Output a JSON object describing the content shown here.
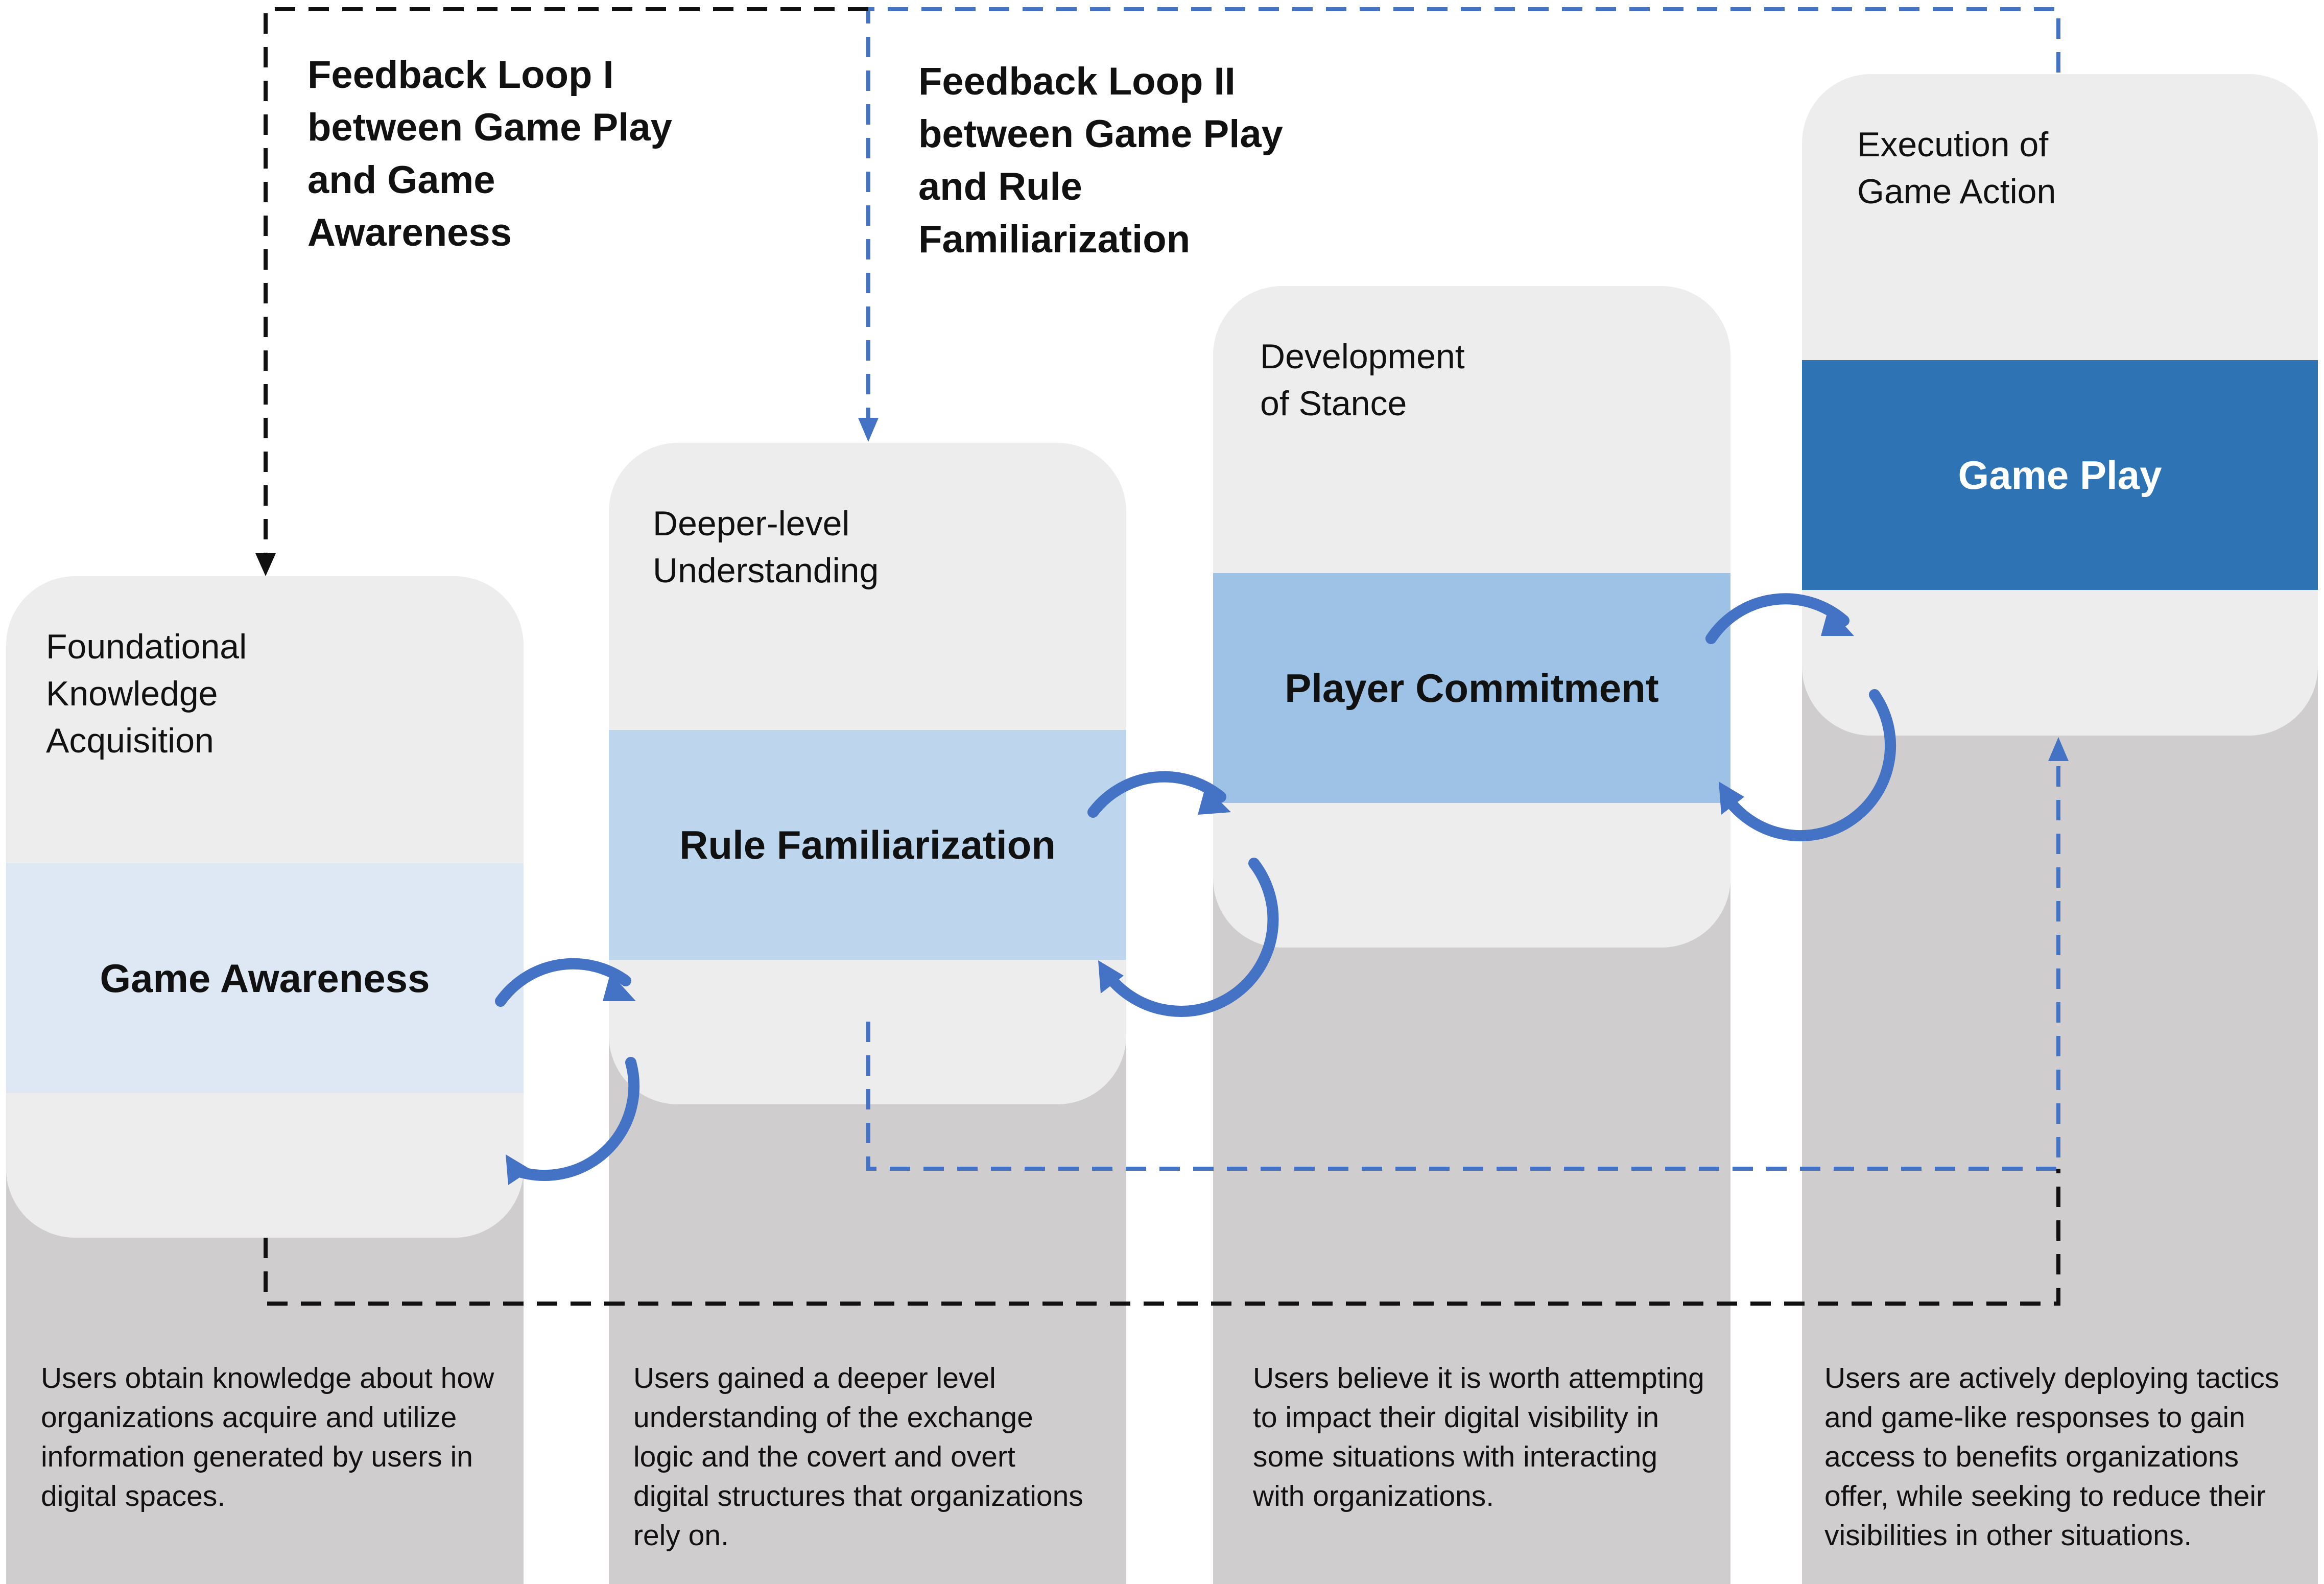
{
  "loops": [
    {
      "label": "Feedback Loop I\nbetween Game Play\nand Game\nAwareness",
      "color": "#111111"
    },
    {
      "label": "Feedback Loop II\nbetween Game Play\nand Rule\nFamiliarization",
      "color": "#4472c4"
    }
  ],
  "stages": [
    {
      "title": "Foundational\nKnowledge\nAcquisition",
      "band": "Game Awareness",
      "band_color": "#dde8f4",
      "description": "Users obtain knowledge about how organizations acquire and utilize information generated by users in digital spaces."
    },
    {
      "title": "Deeper-level\nUnderstanding",
      "band": "Rule Familiarization",
      "band_color": "#bdd6ee",
      "description": "Users gained a deeper level understanding of the exchange logic and the covert and overt digital structures that organizations rely on."
    },
    {
      "title": "Development\nof Stance",
      "band": "Player Commitment",
      "band_color": "#9dc2e6",
      "description": "Users believe it is worth attempting to impact their digital visibility in some situations with interacting with organizations."
    },
    {
      "title": "Execution of\nGame Action",
      "band": "Game Play",
      "band_color": "#2e74b5",
      "band_text_color": "#ffffff",
      "description": "Users are actively deploying tactics and game-like responses to gain access to benefits organizations offer, while seeking to reduce their visibilities in other situations."
    }
  ],
  "colors": {
    "column": "#cfcdce",
    "card": "#ededed",
    "cycle_arrow": "#4472c4"
  }
}
